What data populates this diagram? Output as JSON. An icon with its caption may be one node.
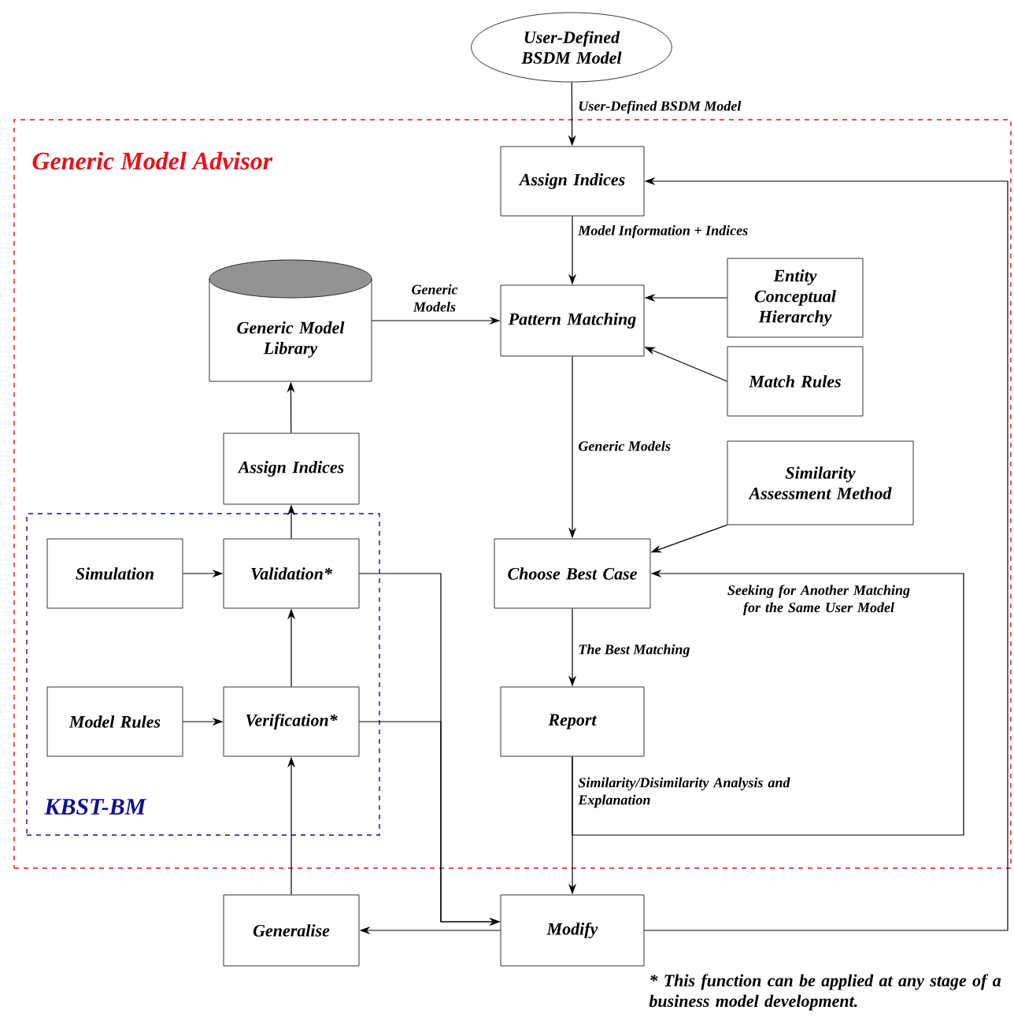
{
  "diagram": {
    "nodes": [
      {
        "text": [
          "User-Defined BSDM Model"
        ]
      },
      {
        "text": [
          "Generic Model Advisor"
        ]
      },
      {
        "text": [
          "Assign Indices"
        ],
        "in": 1
      },
      {
        "text": [
          "Generic Model Library"
        ],
        "in": 1
      },
      {
        "text": [
          "Pattern Matching"
        ],
        "in": 1
      },
      {
        "text": [
          "Entity Conceptual Hierarchy"
        ],
        "in": 1
      },
      {
        "text": [
          "Match Rules"
        ],
        "in": 1
      },
      {
        "text": [
          "Assign Indices"
        ],
        "in": 1
      },
      {
        "text": [
          "Similarity Assessment Method"
        ],
        "in": 1
      },
      {
        "text": [
          "KBST-BM"
        ],
        "in": 1
      },
      {
        "text": [
          "Simulation"
        ],
        "in": 9
      },
      {
        "text": [
          "Validation*"
        ],
        "in": 9
      },
      {
        "text": [
          "Choose Best Case"
        ],
        "in": 1
      },
      {
        "text": [
          "Model Rules"
        ],
        "in": 9
      },
      {
        "text": [
          "Verification*"
        ],
        "in": 9
      },
      {
        "text": [
          "Report"
        ],
        "in": 1
      },
      {
        "text": [
          "Generalise"
        ]
      },
      {
        "text": [
          "Modify"
        ]
      }
    ],
    "edges": [
      {
        "from": 0,
        "to": 2,
        "arrow": "to",
        "label": "User-Defined BSDM Model"
      },
      {
        "from": 2,
        "to": 4,
        "arrow": "to",
        "label": "Model Information + Indices"
      },
      {
        "from": 3,
        "to": 4,
        "arrow": "to",
        "label": "Generic Models"
      },
      {
        "from": 5,
        "to": 4,
        "arrow": "to"
      },
      {
        "from": 6,
        "to": 4,
        "arrow": "to"
      },
      {
        "from": 4,
        "to": 12,
        "arrow": "to",
        "label": "Generic Models"
      },
      {
        "from": 8,
        "to": 12,
        "arrow": "to"
      },
      {
        "from": 12,
        "to": 15,
        "arrow": "to",
        "label": "The Best Matching"
      },
      {
        "from": 15,
        "to": 17,
        "arrow": "to",
        "label": "Similarity/Disimilarity Analysis and Explanation"
      },
      {
        "from": 15,
        "to": 12,
        "arrow": "to",
        "label": "Seeking for Another Matching for the Same User Model"
      },
      {
        "from": 17,
        "to": 2,
        "arrow": "to"
      },
      {
        "from": 17,
        "to": 16,
        "arrow": "to"
      },
      {
        "from": 16,
        "to": 14,
        "arrow": "to"
      },
      {
        "from": 14,
        "to": 11,
        "arrow": "to"
      },
      {
        "from": 10,
        "to": 11,
        "arrow": "to"
      },
      {
        "from": 13,
        "to": 14,
        "arrow": "to"
      },
      {
        "from": 11,
        "to": 7,
        "arrow": "to"
      },
      {
        "from": 7,
        "to": 3,
        "arrow": "to"
      },
      {
        "from": 11,
        "to": 17,
        "arrow": "to"
      },
      {
        "from": 14,
        "to": 17,
        "arrow": "to"
      }
    ],
    "labels": [
      "* This function can be applied at any stage of a business model development."
    ]
  }
}
